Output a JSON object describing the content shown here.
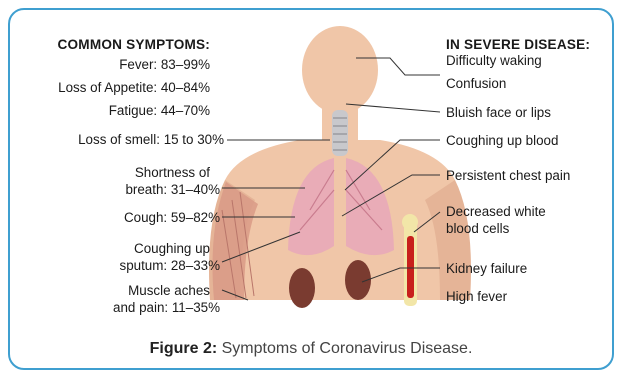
{
  "left_heading": "COMMON SYMPTOMS:",
  "right_heading": "IN SEVERE DISEASE:",
  "left_symptoms": [
    "Fever: 83–99%",
    "Loss of Appetite: 40–84%",
    "Fatigue: 44–70%",
    "Loss of smell: 15 to 30%",
    "Shortness of",
    "breath: 31–40%",
    "Cough: 59–82%",
    "Coughing up",
    "sputum: 28–33%",
    "Muscle aches",
    "and pain: 11–35%"
  ],
  "right_symptoms": [
    "Difficulty waking",
    "Confusion",
    "Bluish face or lips",
    "Coughing up blood",
    "Persistent chest pain",
    "Decreased white",
    "blood cells",
    "Kidney failure",
    "High fever"
  ],
  "caption": {
    "label": "Figure 2:",
    "text": "Symptoms of Coronavirus Disease."
  },
  "colors": {
    "frame": "#3f9fd0",
    "skin": "#f0c6a8",
    "muscle": "#d99a86",
    "lung": "#e8a9b8",
    "kidney": "#7a3b30",
    "bone": "#f2e6a8",
    "marrow": "#c8201c"
  }
}
